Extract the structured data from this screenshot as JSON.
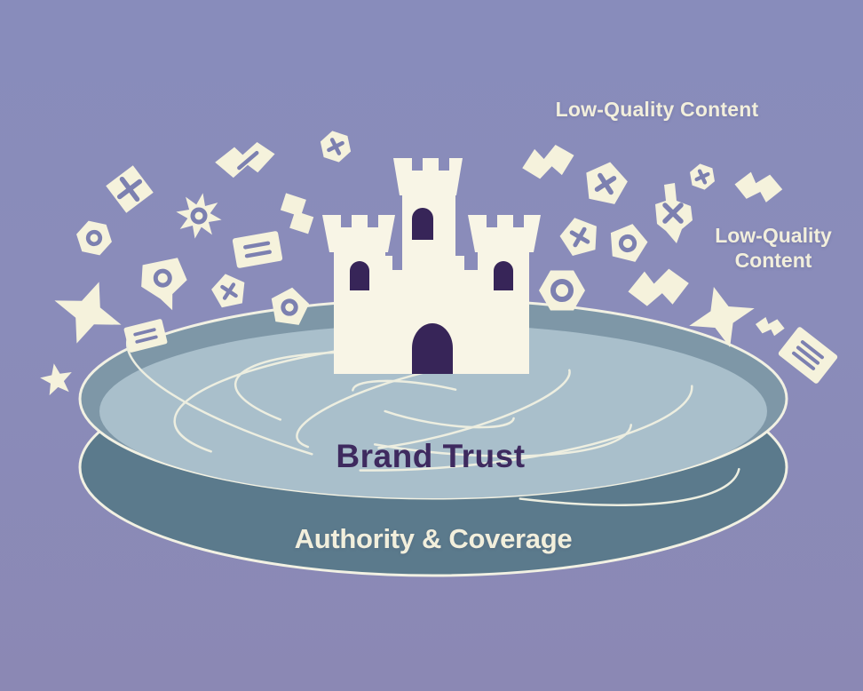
{
  "scene": {
    "type": "illustration",
    "metaphor": "castle-and-moat: a brand-trust castle on a moat deflecting scattered low-quality content fragments"
  },
  "labels": {
    "low_quality_top": "Low-Quality Content",
    "low_quality_right_line1": "Low-Quality",
    "low_quality_right_line2": "Content",
    "moat_surface": "Brand Trust",
    "moat_base": "Authority & Coverage"
  },
  "colors": {
    "background": "#8789b7",
    "cream_shapes": "#f5f2dc",
    "castle_cream": "#f8f5e6",
    "moat_outer_ring": "#7e97a7",
    "moat_water": "#a9bfcb",
    "moat_side_wall": "#5b7a8c",
    "outline_cream": "#f2f1e3",
    "dark_purple_windows_text": "#372558",
    "brand_trust_text": "#3e2a5f",
    "debris_glyph_purple": "#7c80b0"
  },
  "icons": {
    "castle": "castle-icon",
    "debris_shapes": [
      "diamond-x-icon",
      "ribbon-slash-icon",
      "hexagon-dot-icon",
      "seal-ring-icon",
      "step-block-icon",
      "card-lines-icon",
      "tag-ring-icon",
      "pentagon-x-icon",
      "star-burst-icon",
      "pentagon-ring-icon",
      "star-icon",
      "hexagon-x-icon",
      "zigzag-scrap-icon",
      "torn-paper-x-icon",
      "hexagon-ring-icon",
      "card-tilted-lines-icon"
    ]
  }
}
